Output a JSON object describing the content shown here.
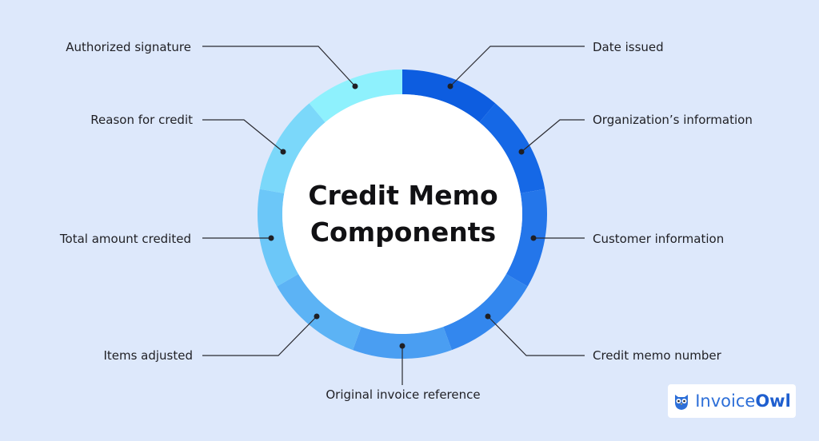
{
  "title_lines": [
    "Credit Memo",
    "Components"
  ],
  "segments": [
    {
      "label": "Date issued",
      "color": "#0d5de0"
    },
    {
      "label": "Organization’s information",
      "color": "#1568e6"
    },
    {
      "label": "Customer information",
      "color": "#2476ea"
    },
    {
      "label": "Credit memo number",
      "color": "#3387ee"
    },
    {
      "label": "Original invoice reference",
      "color": "#4a9ef2"
    },
    {
      "label": "Items adjusted",
      "color": "#5cb3f5"
    },
    {
      "label": "Total amount credited",
      "color": "#6cc7f8"
    },
    {
      "label": "Reason for credit",
      "color": "#7bd8fa"
    },
    {
      "label": "Authorized signature",
      "color": "#8ef1fd"
    }
  ],
  "brand": {
    "name_part1": "Invoice",
    "name_part2": "Owl",
    "icon": "owl-icon"
  },
  "colors": {
    "background": "#dde8fb",
    "leader": "#2a2a30",
    "inner": "#ffffff"
  }
}
